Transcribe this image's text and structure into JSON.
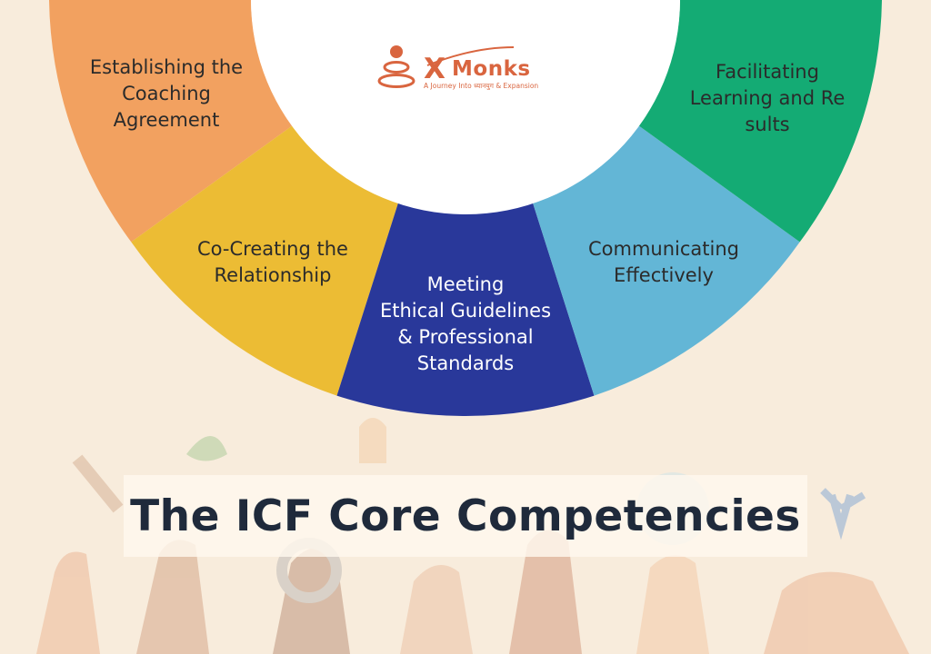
{
  "logo": {
    "brand_x": "X",
    "brand_word": "Monks",
    "tagline": "A Journey Into ध्यानयुग & Expansion"
  },
  "wheel": {
    "segments": [
      {
        "label": "Establishing the\nCoaching\nAgreement",
        "color": "#f2a160"
      },
      {
        "label": "Co-Creating the\nRelationship",
        "color": "#ecbc34"
      },
      {
        "label": "Meeting\nEthical Guidelines\n& Professional\nStandards",
        "color": "#29389a"
      },
      {
        "label": "Communicating\nEffectively",
        "color": "#63b6d6"
      },
      {
        "label": "Facilitating\nLearning and Re\nsults",
        "color": "#14ab74"
      }
    ]
  },
  "title": "The ICF Core Competencies"
}
